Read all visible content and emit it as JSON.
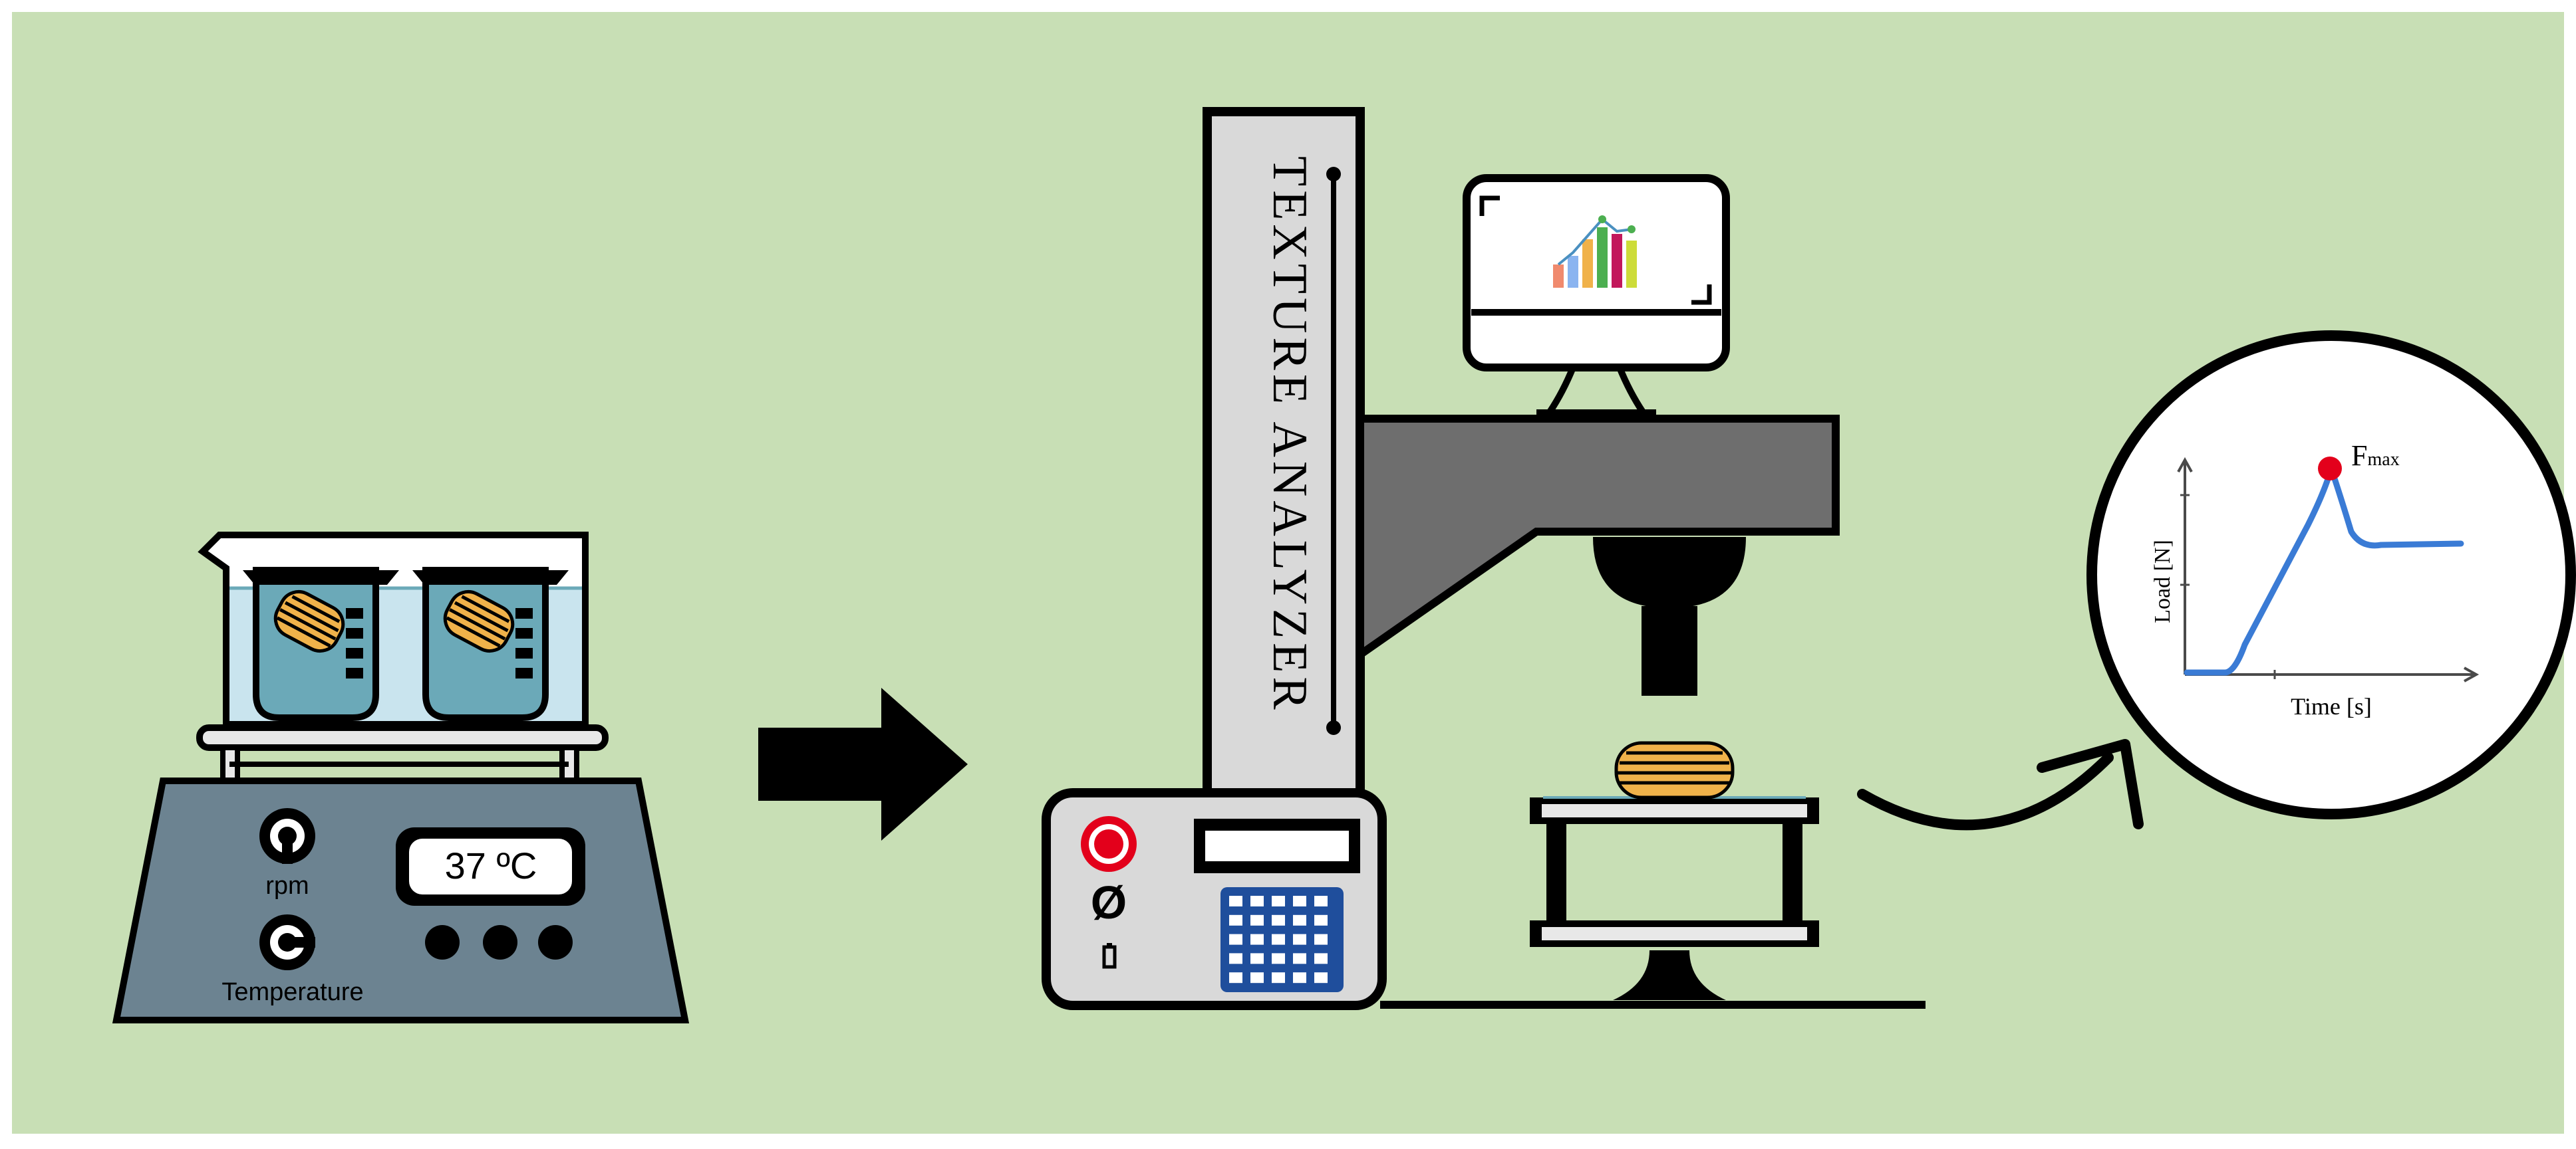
{
  "hotplate": {
    "display_value": "37 ºC",
    "knob_labels": [
      "rpm",
      "Temperature"
    ]
  },
  "analyzer": {
    "column_label": "TEXTURE ANALYZER",
    "stop_symbol": "Ø"
  },
  "graph": {
    "peak_label_main": "F",
    "peak_label_sub": "max",
    "ylabel": "Load [N]",
    "xlabel": "Time [s]"
  },
  "colors": {
    "background": "#c8dfb5",
    "outline": "#000000",
    "hotplate_body": "#6c8391",
    "beaker_liquid": "#6ba9b8",
    "bath_water": "#c9e4ee",
    "sample_orange": "#f0b24a",
    "analyzer_panel": "#d9d9d9",
    "arm_gray": "#6e6e6e",
    "keypad_blue": "#1f4e9c",
    "stop_red": "#e3001b",
    "curve_blue": "#3a7bd5",
    "peak_red": "#e3001b"
  }
}
